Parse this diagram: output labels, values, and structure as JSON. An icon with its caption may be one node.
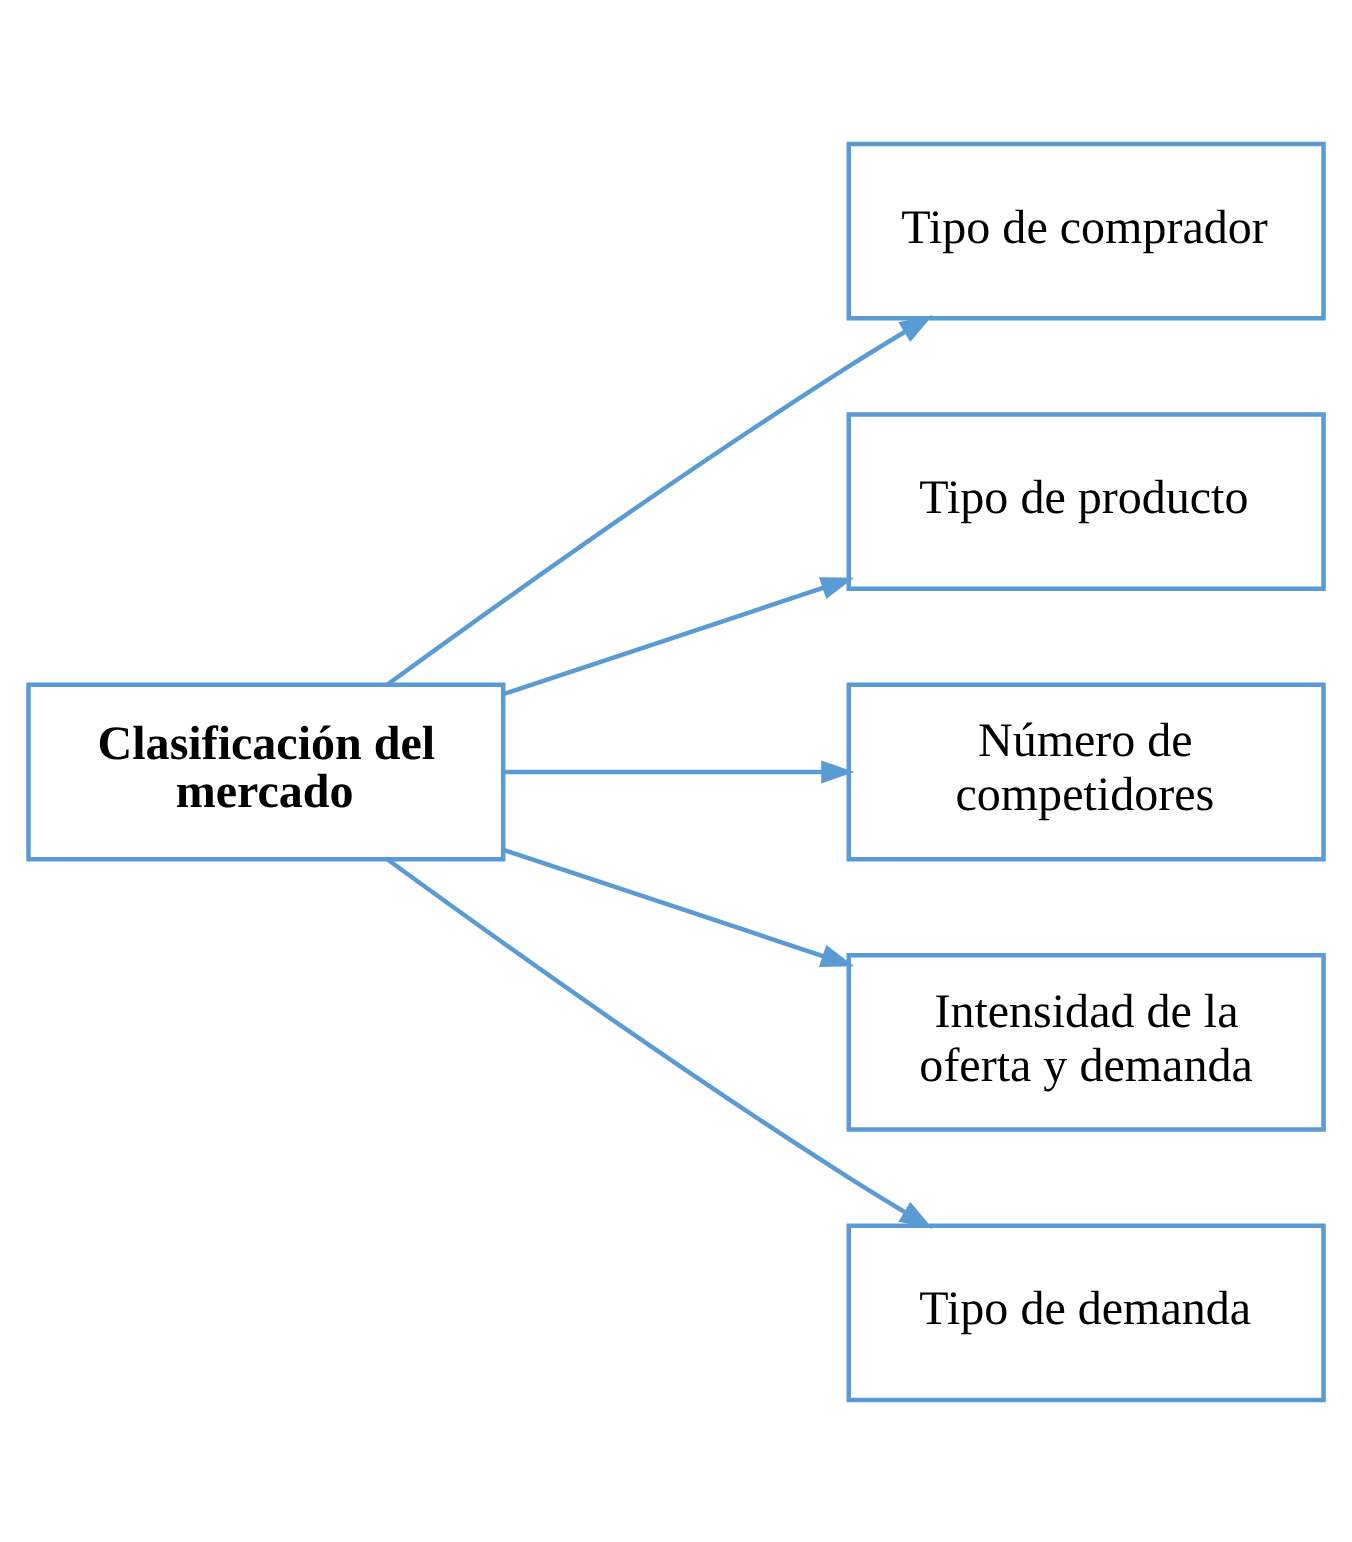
{
  "diagram": {
    "nodes": [
      {
        "text": [
          "Clasificación del mercado"
        ]
      },
      {
        "text": [
          "Tipo de comprador"
        ]
      },
      {
        "text": [
          "Tipo de producto"
        ]
      },
      {
        "text": [
          "Número de competidores"
        ]
      },
      {
        "text": [
          "Intensidad de la oferta y demanda"
        ]
      },
      {
        "text": [
          "Tipo de demanda"
        ]
      }
    ],
    "edges": [
      {
        "from": 0,
        "to": 1,
        "arrow": "to"
      },
      {
        "from": 0,
        "to": 2,
        "arrow": "to"
      },
      {
        "from": 0,
        "to": 3,
        "arrow": "to"
      },
      {
        "from": 0,
        "to": 4,
        "arrow": "to"
      },
      {
        "from": 0,
        "to": 5,
        "arrow": "to"
      }
    ]
  }
}
